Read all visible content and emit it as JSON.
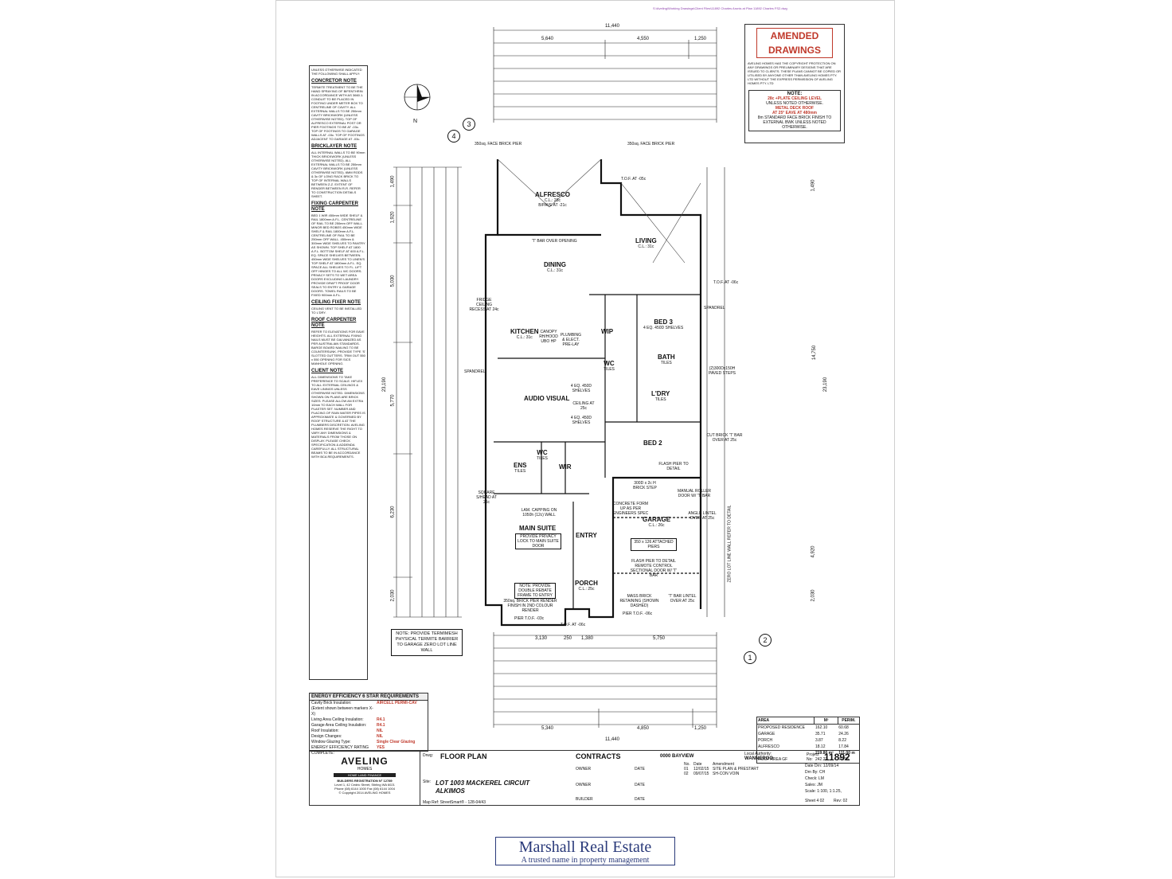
{
  "drawing": {
    "top_right_path": "S:\\Aveling\\Working Drawings\\Client Files\\11892 Charles Aronis at Plan 11892 Charles FS2.dwg",
    "amended": {
      "label": "AMENDED DRAWINGS",
      "copyright": "AVELING HOMES HAS THE COPYRIGHT PROTECTION ON ANY DRAWINGS OR PRELIMINARY DESIGNS THAT ARE ISSUED TO CLIENTS. THESE PLANS CANNOT BE COPIED OR UTILISED BY ANYONE OTHER THAN AVELING HOMES PTY. LTD WITHOUT THE EXPRESS PERMISSION OF AVELING HOMES PTY. LTD",
      "note_title": "NOTE:",
      "note_line1": "28c +PLATE CEILING LEVEL",
      "note_line2": "UNLESS NOTED OTHERWISE.",
      "note_line3": "METAL DECK ROOF",
      "note_line4": "AT 25° EAVE AT 480mm",
      "note_line5": "8m STANDARD FACE BRICK FINISH TO EXTERNAL BWK UNLESS NOTED OTHERWISE."
    },
    "notes": {
      "intro": "UNLESS OTHERWISE INDICATED THE FOLLOWING SHALL APPLY:",
      "sections": [
        {
          "title": "CONCRETOR NOTE",
          "text": "TERMITE TREATMENT TO BE THE HAND SPRAYING OF BIFENTHRIN IN ACCORDANCE WITH AS 3660.1. CONDUIT TO BE PLACED IN FOOTING UNDER METER BOX TO CENTRELINE OF CAVITY. ALL EXTERNAL WALLS TO BE 250mm CAVITY BRICKWORK (UNLESS OTHERWISE NOTED). TOP OF ALFRESCO EXTERNAL POST OR PIER FOOTINGS TO BE AT -03c. TOP OF FOOTINGS TO GARAGE WALLS AT -03c. TOP OF FOOTINGS ADJACENT TO GARAGE AT -03c."
        },
        {
          "title": "BRICKLAYER NOTE",
          "text": "ALL INTERNAL WALLS TO BE 90mm THICK BRICKWORK (UNLESS OTHERWISE NOTED). ALL EXTERNAL WALLS TO BE 250mm CAVITY BRICKWORK (UNLESS OTHERWISE NOTED). 6MM RODS & 3c OF LONG RACK BRICK TO TOP OF INTERNAL WALLS BETWEEN Z-Z. EXTENT OF RENDER BETWEEN R-R. REFER TO CONSTRUCTION DETAILS SHEET."
        },
        {
          "title": "FIXING CARPENTER NOTE",
          "text": "BED 1 WIR 450mm WIDE SHELF & RAIL 1800mm A.F.L. CENTRELINE OF RAIL TO BE 250mm OFF WALL. MINOR BED ROBES 450mm WIDE SHELF & RAIL 1800mm A.F.L. CENTRELINE OF RAIL TO BE 250mm OFF WALL. 450mm & 300mm WIDE SHELVES TO PANTRY AS SHOWN. TOP SHELF AT 1800 A.F.L. BOTTOM SHELF AT 600 A.F.L. EQ. SPACE SHELVES BETWEEN. 450mm WIDE SHELVES TO LINEN'S TOP SHELF AT 1800mm A.F.L. EQ. SPACE ALL SHELVES TO FL. LIFT OFF HINGES TO ALL WC DOORS. PRIVACY SETS TO WET AREA DOORS EXCLUDING LAUNDRY. PROVIDE DRAFT PROOF DOOR SEALS TO ENTRY & GARAGE DOORS. TOWEL RAILS TO BE FIXED 900mm A.F.L."
        },
        {
          "title": "CEILING FIXER NOTE",
          "text": "CEILING VENT TO BE INSTALLED TO L'DRY."
        },
        {
          "title": "ROOF CARPENTER NOTE",
          "text": "REFER TO ELEVATIONS FOR EAVE HEIGHTS. ALL EXTERNAL FIXING NAILS MUST BE GALVANIZED AS PER AUSTRALIAN STANDARDS. BARGE BOARD NAILING TO BE COUNTERSUNK. PROVIDE TYPE 'S' SLOTTED GUTTERS. TRIM OUT 550 x 550 OPENING FOR SICS MANHOLE OPENING."
        },
        {
          "title": "CLIENT NOTE",
          "text": "ALL DIMENSIONS TO TAKE PREFERENCE TO SCALE. HIFLEX TO ALL EXTERNAL CEILINGS & EAVE LININGS UNLESS OTHERWISE NOTED. DIMENSIONS SHOWN ON PLANS ARE BRICK SIZES. PLEASE ALLOW AN EXTRA 10mm TO EACH WALL FOR PLASTER SET. NUMBER AND PLACING OF RAIN WATER PIPES IS APPROXIMATE & GOVERNED BY ROOF STRUCTURE & AT THE PLUMBERS DISCRETION. AVELING HOMES RESERVE THE RIGHT TO VARY ANY DIMENSIONS & MATERIALS FROM THOSE ON DISPLAY. PLEASE CHECK SPECIFICATION & ADDENDA CAREFULLY. ALL STRUCTURAL BEAMS TO BE IN ACCORDANCE WITH BCA REQUIREMENTS."
        }
      ]
    },
    "energy": {
      "title": "ENERGY EFFICIENCY 6 STAR REQUIREMENTS",
      "rows": [
        {
          "k": "Cavity Brick Insulation:",
          "v": "AIRCELL PERMI-CAV"
        },
        {
          "k": "(Extent shown between markers X-X)",
          "v": ""
        },
        {
          "k": "Living Area Ceiling Insulation:",
          "v": "R4.1"
        },
        {
          "k": "Garage Area Ceiling Insulation:",
          "v": "R4.1"
        },
        {
          "k": "Roof Insulation:",
          "v": "NIL"
        },
        {
          "k": "Design Changes:",
          "v": "NIL"
        },
        {
          "k": "Window Glazing Type:",
          "v": "Single Clear Glazing"
        },
        {
          "k": "ENERGY EFFICIENCY RATING COMPLETE:",
          "v": "YES"
        }
      ]
    },
    "areas": {
      "headers": [
        "AREA",
        "M²",
        "PERIM."
      ],
      "rows": [
        [
          "PROPOSED RESIDENCE",
          "162.10",
          "60.68"
        ],
        [
          "GARAGE",
          "35.71",
          "24.26"
        ],
        [
          "PORCH",
          "3.87",
          "8.22"
        ],
        [
          "ALFRESCO",
          "18.12",
          "17.84"
        ],
        [
          "",
          "219.80 m²",
          "111.00 m"
        ],
        [
          "ROOF AREA GF",
          "242.22",
          "70.98"
        ]
      ]
    },
    "title_block": {
      "brand": "AVELING",
      "brand_sub": "HOMES",
      "brand_bar": "HOME LAND FINANCE",
      "builder_reg": "BUILDERS REGISTRATION N° 12789",
      "address": "Level 1, 42 Cedric Street, Stirling WA 6021",
      "phone": "Phone (08) 6144 1000 Fax (08) 6144 1004",
      "copyright": "© Copyright 2014 AVELING HOMES",
      "drwg_label": "Drwg:",
      "drwg": "FLOOR PLAN",
      "contracts": "CONTRACTS",
      "bayview": "0000 BAYVIEW",
      "authority_label": "Local Authority:",
      "authority": "WANNEROO",
      "project_label": "Project No:",
      "project": "11892",
      "site_label": "Site:",
      "site_line1": "LOT 1003 MACKEREL CIRCUIT",
      "site_line2": "ALKIMOS",
      "mapref": "Map Ref:   StreetSmart® - 128-04/43",
      "owner": "OWNER",
      "date": "DATE",
      "builder": "BUILDER",
      "amend_no": "No.",
      "amend_date": "Date",
      "amendment": "Amendment",
      "amend_rows": [
        [
          "01",
          "12/02/15",
          "SITE PLAN & PRESTART"
        ],
        [
          "02",
          "09/07/15",
          "SH-CON VOIN"
        ]
      ],
      "date_drn": "Date Drn: 12/09/14",
      "drn_by": "Drn By:   CH",
      "check": "Check:    LM",
      "sales": "Sales:    JM",
      "scale": "Scale:    1:100, 1:1.25,",
      "sheet": "Sheet 4 02",
      "rev": "Rev:  02"
    },
    "rooms": [
      {
        "name": "ALFRESCO",
        "sub": "C.L.: 28c",
        "sub2": "B/PAVE AT -21c"
      },
      {
        "name": "LIVING",
        "sub": "C.L.: 31c"
      },
      {
        "name": "DINING",
        "sub": "C.L.: 31c"
      },
      {
        "name": "KITCHEN",
        "sub": "C.L.: 31c"
      },
      {
        "name": "BED 3",
        "sub": "4 EQ. 450D SHELVES"
      },
      {
        "name": "BATH",
        "sub": "TILES"
      },
      {
        "name": "WIP",
        "sub": ""
      },
      {
        "name": "WC",
        "sub": "TILES"
      },
      {
        "name": "AUDIO VISUAL",
        "sub": ""
      },
      {
        "name": "L'DRY",
        "sub": "TILES"
      },
      {
        "name": "BED 2",
        "sub": ""
      },
      {
        "name": "ENS",
        "sub": "TILES"
      },
      {
        "name": "WC",
        "sub": "TILES"
      },
      {
        "name": "WIR",
        "sub": ""
      },
      {
        "name": "MAIN SUITE",
        "sub": ""
      },
      {
        "name": "ENTRY",
        "sub": ""
      },
      {
        "name": "GARAGE",
        "sub": "C.L.: 26c"
      },
      {
        "name": "PORCH",
        "sub": "C.L.: 25c"
      }
    ],
    "labels": {
      "t_bar_opening": "'T' BAR OVER OPENING",
      "pier_left": "350sq. FACE BRICK PIER",
      "pier_right": "350sq. FACE BRICK PIER",
      "tof1": "T.O.F. AT -05c",
      "tof2": "T.O.F. AT -06c",
      "tof3": "T.O.F. AT -06c",
      "spandrel": "SPANDREL",
      "spandrel2": "SPANDREL",
      "fridge": "FRIDGE CEILING RECESS AT 24c",
      "canopy": "CANOPY RH/HOOD UBO HP",
      "plumbing": "PLUMBING & ELECT. PRE-LAY",
      "shelves": "4 EQ. 450D SHELVES",
      "shelves2": "4 EQ. 450D SHELVES",
      "ceiling25": "CEILING AT 25c",
      "paved": "(2)300Dx150H PAVED STEPS",
      "cut_brick": "CUT BRICK 'T' BAR OVER AT 25c",
      "flash_pier": "FLASH PIER TO DETAIL",
      "brick_step": "300D x 2c H BRICK STEP",
      "roller_door": "MANUAL ROLLER DOOR W/ 'T' BAR",
      "angle_lintel": "ANGLE LINTEL OVER AT 25c",
      "concrete_form": "CONCRETE FORM UP AS PER ENGINEERS SPEC",
      "attached_piers": "350 x 126 ATTACHED PIERS",
      "remote": "FLASH PIER TO DETAIL REMOTE CONTROL SECTIONAL DOOR W/ 'T' BAR",
      "square_head": "SQUARE S/HEAD AT 25c",
      "lam_capping": "LAM. CAPPING ON 1050h (12c) WALL",
      "privacy": "PROVIDE PRIVACY LOCK TO MAIN SUITE DOOR",
      "rebate": "NOTE: PROVIDE DOUBLE REBATE FRAME TO ENTRY",
      "render": "350sq. BRICK PIER RENDER FINISH IN 2ND COLOUR RENDER",
      "pier_tof": "PIER T.O.F. -03c",
      "mass_brick": "MASS BRICK RETAINING (SHOWN DASHED)",
      "t_bar_lintel": "'T' BAR LINTEL OVER AT 25c",
      "pier_tof2": "PIER T.O.F. -06c",
      "zero_lot": "ZERO LOT LINE WALL REFER TO DETAIL",
      "termimesh": "NOTE: PROVIDE TERMIMESH PHYSICAL TERMITE BARRIER TO GARAGE ZERO LOT LINE WALL",
      "north": "N"
    },
    "dims": {
      "top_overall": "11,440",
      "top_segs": [
        "5,640",
        "4,550",
        "1,250"
      ],
      "bottom_overall": "11,440",
      "bottom_segs": [
        "5,340",
        "4,850",
        "1,250"
      ],
      "bottom_segs2": [
        "3,130",
        "250",
        "1,380",
        "5,750"
      ],
      "left_overall": "23,190",
      "left_segs": [
        "2,030",
        "6,230",
        "5,770",
        "5,030",
        "1,920",
        "1,490"
      ],
      "right_overall": "23,190",
      "right_segs": [
        "2,030",
        "4,920",
        "14,750",
        "1,490"
      ],
      "section_markers": [
        "3",
        "4",
        "1",
        "2"
      ]
    },
    "realestate": {
      "name": "Marshall Real Estate",
      "tagline": "A trusted name in property management"
    }
  }
}
